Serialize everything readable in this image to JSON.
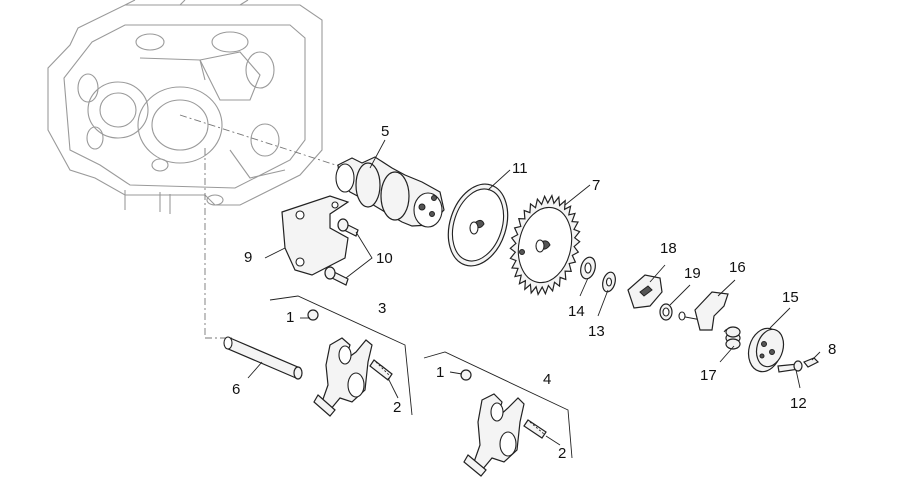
{
  "callouts": [
    "1",
    "2",
    "3",
    "4",
    "5",
    "6",
    "7",
    "8",
    "9",
    "10",
    "11",
    "12",
    "13",
    "14",
    "15",
    "16",
    "17",
    "18",
    "19"
  ],
  "icons": [
    "cylinder-head-drawing",
    "camshaft-drawing",
    "sprocket-drawing",
    "rocker-arm-drawing"
  ]
}
